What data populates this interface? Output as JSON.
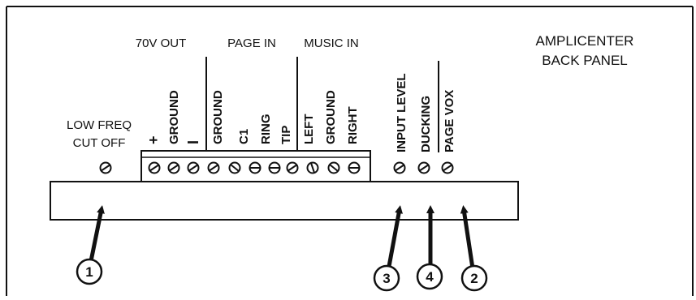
{
  "title": {
    "line1": "AMPLICENTER",
    "line2": "BACK PANEL"
  },
  "group_headers": {
    "out70v": "70V OUT",
    "page_in": "PAGE IN",
    "music_in": "MUSIC IN"
  },
  "low_freq": {
    "line1": "LOW FREQ",
    "line2": "CUT OFF"
  },
  "terminals": {
    "plus": "+",
    "ground1": "GROUND",
    "minus": "I",
    "ground2": "GROUND",
    "c1": "C1",
    "ring": "RING",
    "tip": "TIP",
    "left": "LEFT",
    "ground3": "GROUND",
    "right": "RIGHT"
  },
  "controls": {
    "input_level": "INPUT LEVEL",
    "ducking": "DUCKING",
    "page_vox": "PAGE VOX"
  },
  "callouts": {
    "c1": "1",
    "c2": "2",
    "c3": "3",
    "c4": "4"
  }
}
